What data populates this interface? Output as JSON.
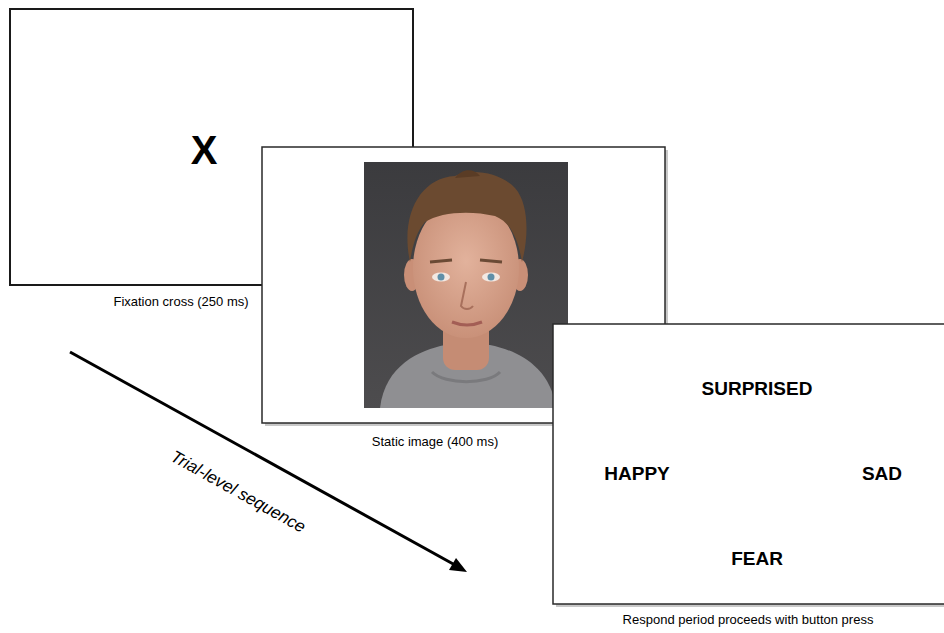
{
  "diagram": {
    "nodes": [
      {
        "text": [
          "X",
          "Fixation cross (250 ms)"
        ]
      },
      {
        "text": [
          "Static image (400 ms)"
        ]
      },
      {
        "text": [
          "SURPRISED",
          "HAPPY",
          "SAD",
          "FEAR",
          "Respond period proceeds with button press"
        ]
      }
    ],
    "labels": [
      "Trial-level sequence"
    ]
  }
}
